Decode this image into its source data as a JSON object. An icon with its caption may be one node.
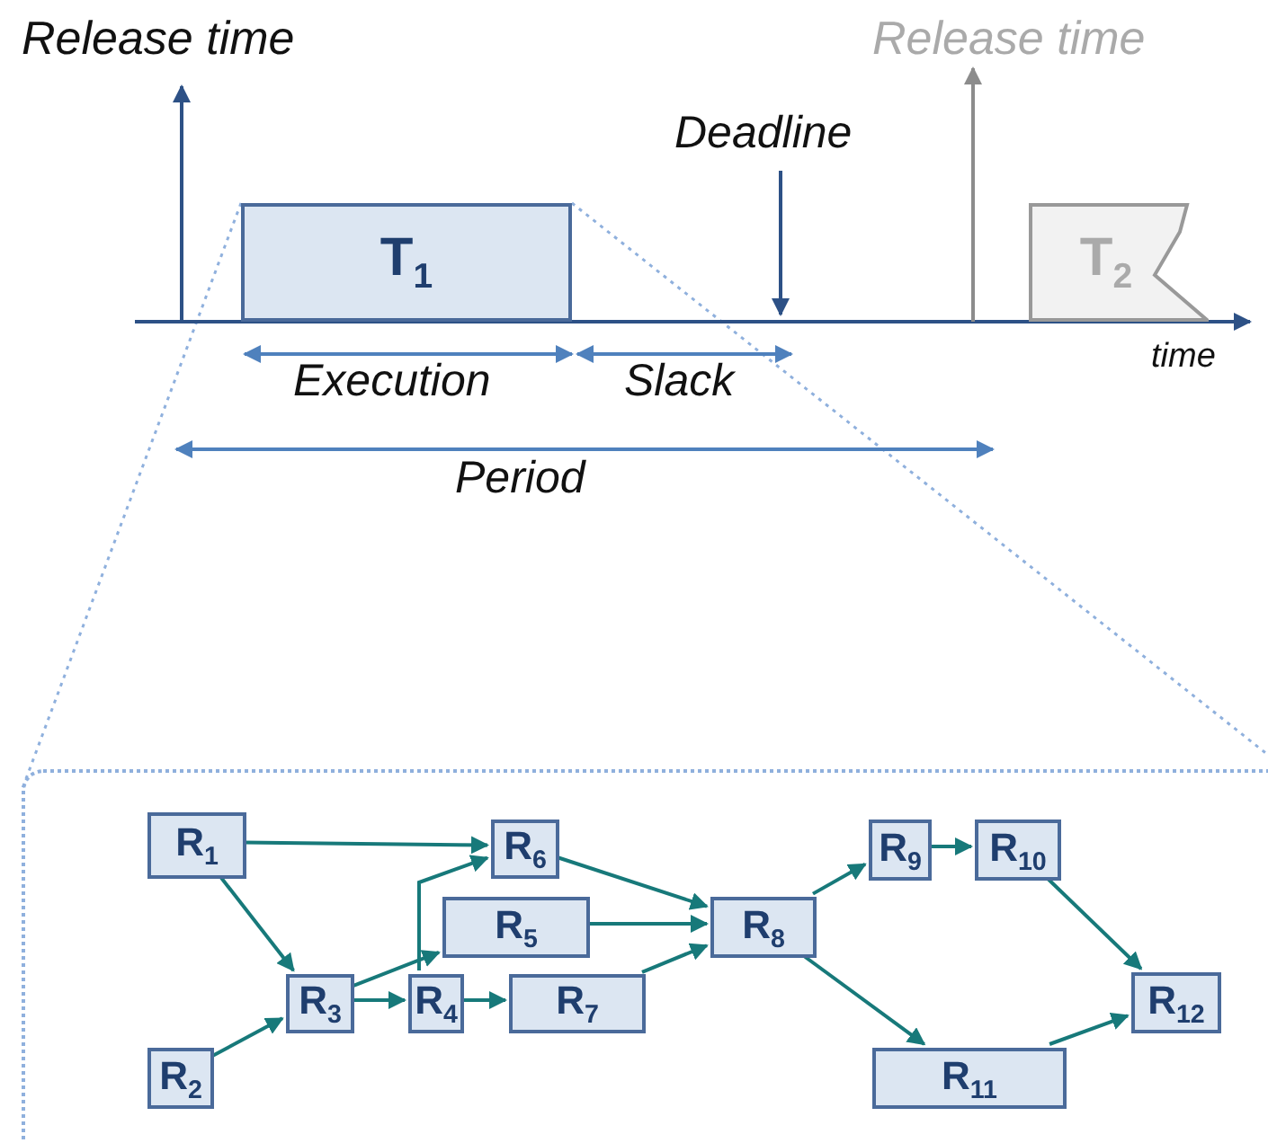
{
  "diagram": {
    "nodes": [
      {
        "text": [
          "T$_{1}$"
        ]
      },
      {
        "text": [
          "T$_{2}$"
        ]
      },
      {
        "text": [],
        "shape": "box"
      },
      {
        "text": [
          "R$_{1}$"
        ],
        "in": 2
      },
      {
        "text": [
          "R$_{2}$"
        ],
        "in": 2
      },
      {
        "text": [
          "R$_{3}$"
        ],
        "in": 2
      },
      {
        "text": [
          "R$_{4}$"
        ],
        "in": 2
      },
      {
        "text": [
          "R$_{5}$"
        ],
        "in": 2
      },
      {
        "text": [
          "R$_{6}$"
        ],
        "in": 2
      },
      {
        "text": [
          "R$_{7}$"
        ],
        "in": 2
      },
      {
        "text": [
          "R$_{8}$"
        ],
        "in": 2
      },
      {
        "text": [
          "R$_{9}$"
        ],
        "in": 2
      },
      {
        "text": [
          "R$_{10}$"
        ],
        "in": 2
      },
      {
        "text": [
          "R$_{11}$"
        ],
        "in": 2
      },
      {
        "text": [
          "R$_{12}$"
        ],
        "in": 2
      }
    ],
    "edges": [
      {
        "from": 0,
        "to": 2,
        "arrow": "none",
        "style": "dashed",
        "color": "#8fb0dd"
      },
      {
        "from": 0,
        "to": 2,
        "arrow": "none",
        "style": "dashed",
        "color": "#8fb0dd"
      },
      {
        "from": 3,
        "to": 8,
        "arrow": "to"
      },
      {
        "from": 3,
        "to": 5,
        "arrow": "to"
      },
      {
        "from": 4,
        "to": 5,
        "arrow": "to"
      },
      {
        "from": 5,
        "to": 7,
        "arrow": "to"
      },
      {
        "from": 5,
        "to": 6,
        "arrow": "to"
      },
      {
        "from": 6,
        "to": 8,
        "arrow": "to"
      },
      {
        "from": 6,
        "to": 9,
        "arrow": "to"
      },
      {
        "from": 8,
        "to": 10,
        "arrow": "to"
      },
      {
        "from": 7,
        "to": 10,
        "arrow": "to"
      },
      {
        "from": 9,
        "to": 10,
        "arrow": "to"
      },
      {
        "from": 10,
        "to": 11,
        "arrow": "to"
      },
      {
        "from": 10,
        "to": 13,
        "arrow": "to"
      },
      {
        "from": 11,
        "to": 12,
        "arrow": "to"
      },
      {
        "from": 12,
        "to": 14,
        "arrow": "to"
      },
      {
        "from": 13,
        "to": 14,
        "arrow": "to"
      }
    ],
    "labels": [
      "Release time",
      "Release time",
      "Deadline",
      "time",
      "Execution",
      "Slack",
      "Period"
    ]
  }
}
